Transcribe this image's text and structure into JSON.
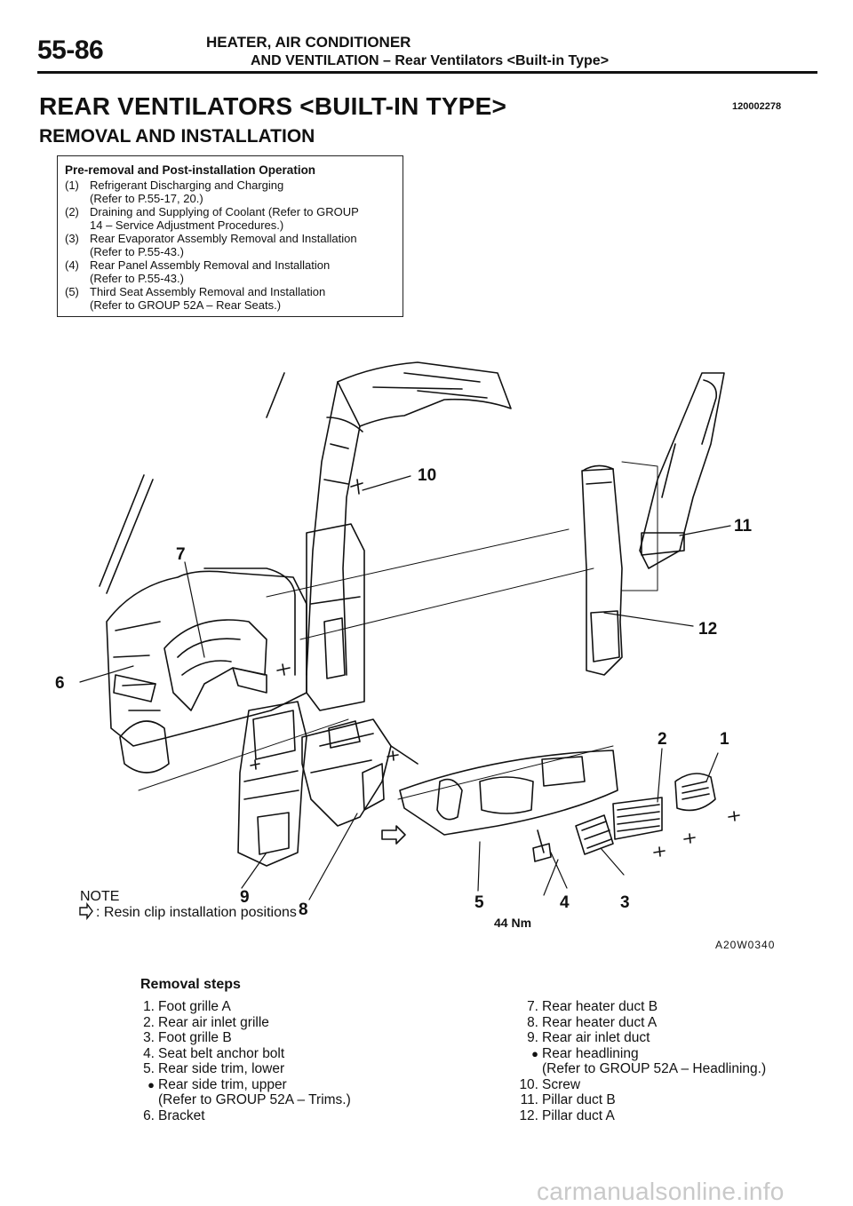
{
  "header": {
    "page_number": "55-86",
    "line1": "HEATER, AIR CONDITIONER",
    "line2": "AND VENTILATION – Rear Ventilators <Built-in Type>"
  },
  "title": "REAR VENTILATORS <BUILT-IN TYPE>",
  "doc_id": "120002278",
  "subtitle": "REMOVAL AND INSTALLATION",
  "pre_removal": {
    "title": "Pre-removal and Post-installation Operation",
    "items": [
      {
        "num": "(1)",
        "line1": "Refrigerant Discharging and Charging",
        "line2": "(Refer to P.55-17, 20.)"
      },
      {
        "num": "(2)",
        "line1": "Draining and Supplying of Coolant (Refer to GROUP",
        "line2": "14 – Service Adjustment Procedures.)"
      },
      {
        "num": "(3)",
        "line1": "Rear Evaporator Assembly Removal and Installation",
        "line2": "(Refer to P.55-43.)"
      },
      {
        "num": "(4)",
        "line1": "Rear Panel Assembly Removal and Installation",
        "line2": "(Refer to P.55-43.)"
      },
      {
        "num": "(5)",
        "line1": "Third Seat Assembly Removal and Installation",
        "line2": "(Refer to GROUP 52A – Rear Seats.)"
      }
    ]
  },
  "figure": {
    "callouts": [
      "1",
      "2",
      "3",
      "4",
      "5",
      "6",
      "7",
      "8",
      "9",
      "10",
      "11",
      "12"
    ],
    "note_label": "NOTE",
    "note_text": ": Resin clip installation positions",
    "torque": "44 Nm",
    "code": "A20W0340"
  },
  "removal_steps": {
    "title": "Removal steps",
    "left": [
      {
        "marker": "1.",
        "text": "Foot grille A"
      },
      {
        "marker": "2.",
        "text": "Rear air inlet grille"
      },
      {
        "marker": "3.",
        "text": "Foot grille B"
      },
      {
        "marker": "4.",
        "text": "Seat belt anchor bolt"
      },
      {
        "marker": "5.",
        "text": "Rear side trim, lower"
      },
      {
        "marker": "●",
        "text": "Rear side trim, upper",
        "cont": "(Refer to GROUP 52A – Trims.)"
      },
      {
        "marker": "6.",
        "text": "Bracket"
      }
    ],
    "right": [
      {
        "marker": "7.",
        "text": "Rear heater duct B"
      },
      {
        "marker": "8.",
        "text": "Rear heater duct A"
      },
      {
        "marker": "9.",
        "text": "Rear air inlet duct"
      },
      {
        "marker": "●",
        "text": "Rear headlining",
        "cont": "(Refer to GROUP 52A – Headlining.)"
      },
      {
        "marker": "10.",
        "text": "Screw"
      },
      {
        "marker": "11.",
        "text": "Pillar duct B"
      },
      {
        "marker": "12.",
        "text": "Pillar duct A"
      }
    ]
  },
  "watermark": "carmanualsonline.info"
}
